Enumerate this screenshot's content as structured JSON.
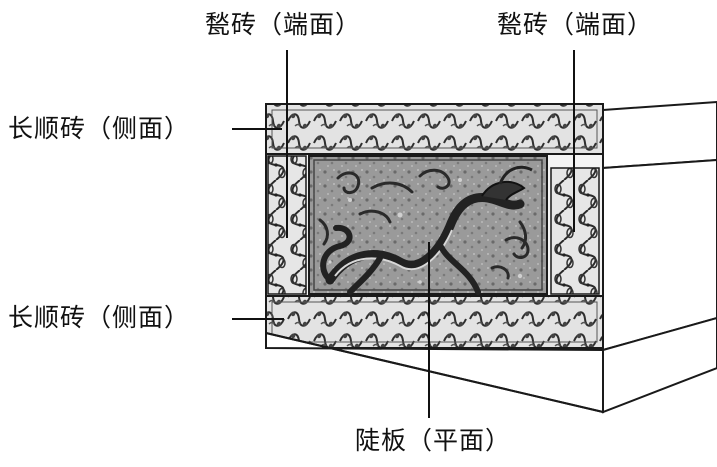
{
  "labels": {
    "end_brick_left": "甃砖（端面）",
    "end_brick_right": "甃砖（端面）",
    "side_brick_upper": "长顺砖（侧面）",
    "side_brick_lower": "长顺砖（侧面）",
    "panel": "陡板（平面）"
  },
  "colors": {
    "line": "#1a1a1a",
    "relief_dark": "#3a3a3a",
    "relief_mid": "#8a8a8a",
    "relief_light": "#d0d0d0",
    "background": "#ffffff"
  }
}
